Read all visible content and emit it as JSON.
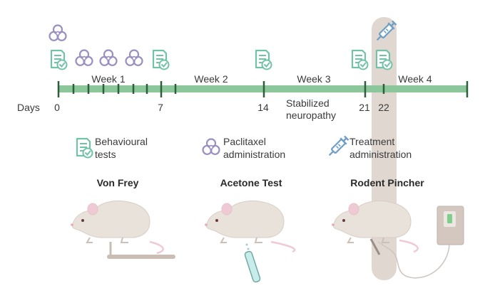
{
  "timeline": {
    "days_label": "Days",
    "weeks": [
      {
        "label": "Week 1"
      },
      {
        "label": "Week 2"
      },
      {
        "label": "Week 3"
      },
      {
        "label": "Week 4"
      }
    ],
    "day_marks": [
      {
        "label": "0"
      },
      {
        "label": "7"
      },
      {
        "label": "14"
      },
      {
        "label": "21"
      },
      {
        "label": "22"
      }
    ],
    "stabilized_label_line1": "Stabilized",
    "stabilized_label_line2": "neuropathy"
  },
  "legend": {
    "behavioural_line1": "Behavioural",
    "behavioural_line2": "tests",
    "paclitaxel_line1": "Paclitaxel",
    "paclitaxel_line2": "administration",
    "treatment_line1": "Treatment",
    "treatment_line2": "administration"
  },
  "tests": {
    "von_frey": "Von Frey",
    "acetone": "Acetone Test",
    "pincher": "Rodent Pincher"
  },
  "colors": {
    "timeline": "#8cc79c",
    "tick": "#2f5e3c",
    "paclitaxel": "#9b8fc0",
    "behavioural": "#72c2a6",
    "treatment": "#6f9fc5",
    "highlight": "#d8cdc5"
  }
}
